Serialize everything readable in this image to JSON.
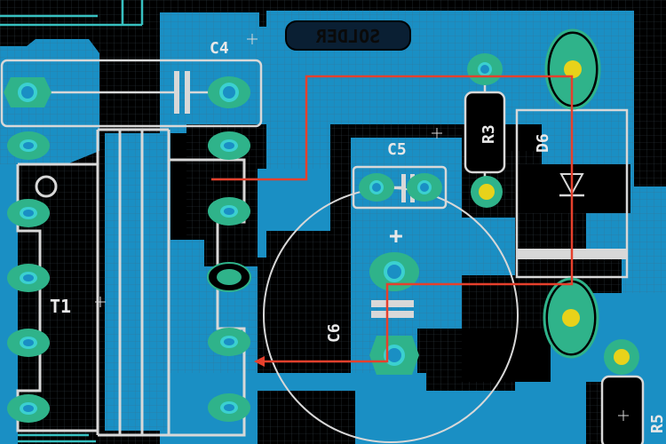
{
  "view": {
    "title": "PCB layout editor — copper view"
  },
  "labels": {
    "mirrored_layer_text": "SOLDER",
    "c4": "C4",
    "c5": "C5",
    "c6": "C6",
    "c6_plus": "+",
    "r3": "R3",
    "r5": "R5",
    "d6": "D6",
    "t1": "T1"
  },
  "colors": {
    "background": "#000000",
    "copper_pour": "#1a8fc4",
    "grid": "#2f3b44",
    "pad": "#2fb38a",
    "pad_hole_ring": "#3bd0d0",
    "pad_drill": "#1a8fc4",
    "pad_yellow": "#e8d21a",
    "silkscreen": "#d8d8d8",
    "ratsnest": "#e6402c",
    "board_edge": "#37c0c0"
  }
}
